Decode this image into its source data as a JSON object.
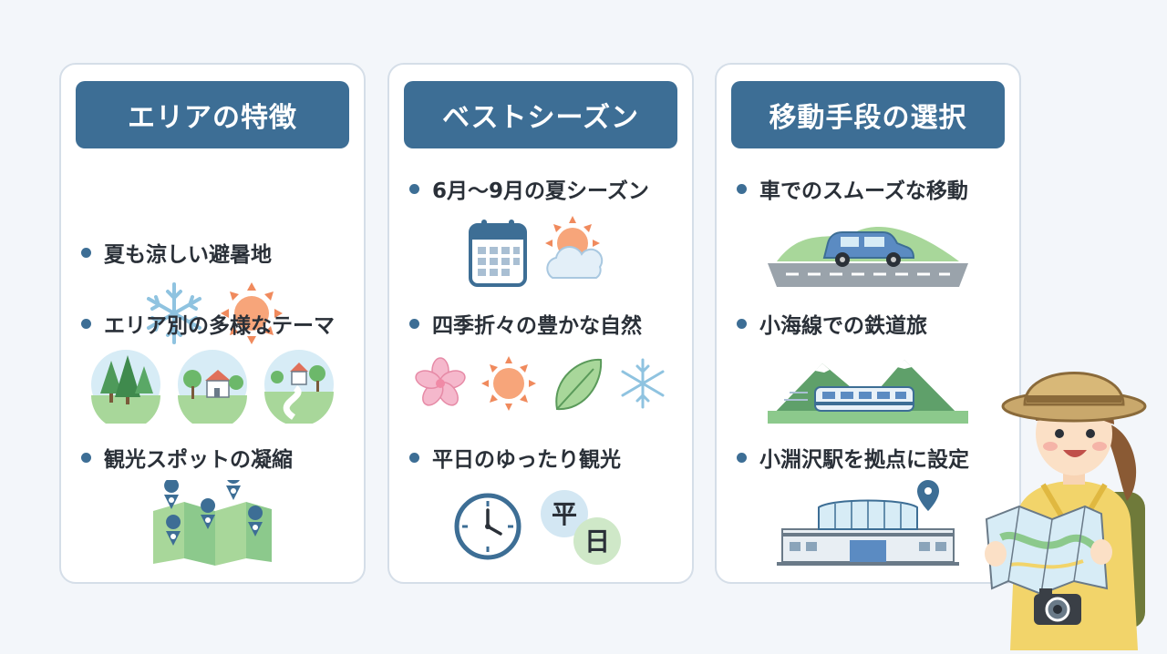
{
  "columns": [
    {
      "title": "エリアの特徴",
      "items": [
        {
          "label": "夏も涼しい避暑地",
          "icons": [
            "snowflake-icon",
            "sun-icon"
          ]
        },
        {
          "label": "エリア別の多様なテーマ",
          "icons": [
            "forest-icon",
            "village-icon",
            "countryside-road-icon"
          ]
        },
        {
          "label": "観光スポットの凝縮",
          "icons": [
            "map-pins-icon"
          ]
        }
      ]
    },
    {
      "title": "ベストシーズン",
      "items": [
        {
          "label": "6月～9月の夏シーズン",
          "icons": [
            "calendar-icon",
            "sun-cloud-icon"
          ]
        },
        {
          "label": "四季折々の豊かな自然",
          "icons": [
            "sakura-icon",
            "sun-icon",
            "leaf-icon",
            "snowflake-icon"
          ]
        },
        {
          "label": "平日のゆったり観光",
          "icons": [
            "clock-icon",
            "weekday-badge-icon"
          ],
          "badge_chars": [
            "平",
            "日"
          ]
        }
      ]
    },
    {
      "title": "移動手段の選択",
      "items": [
        {
          "label": "車でのスムーズな移動",
          "icons": [
            "car-icon"
          ]
        },
        {
          "label": "小海線での鉄道旅",
          "icons": [
            "train-icon"
          ]
        },
        {
          "label": "小淵沢駅を拠点に設定",
          "icons": [
            "station-icon"
          ]
        }
      ]
    }
  ],
  "colors": {
    "header_bg": "#3d6e95",
    "card_border": "#d5dee8",
    "background": "#f3f6fa",
    "sun": "#f4a582",
    "snow": "#8fc3e0",
    "green": "#8cc98c"
  }
}
